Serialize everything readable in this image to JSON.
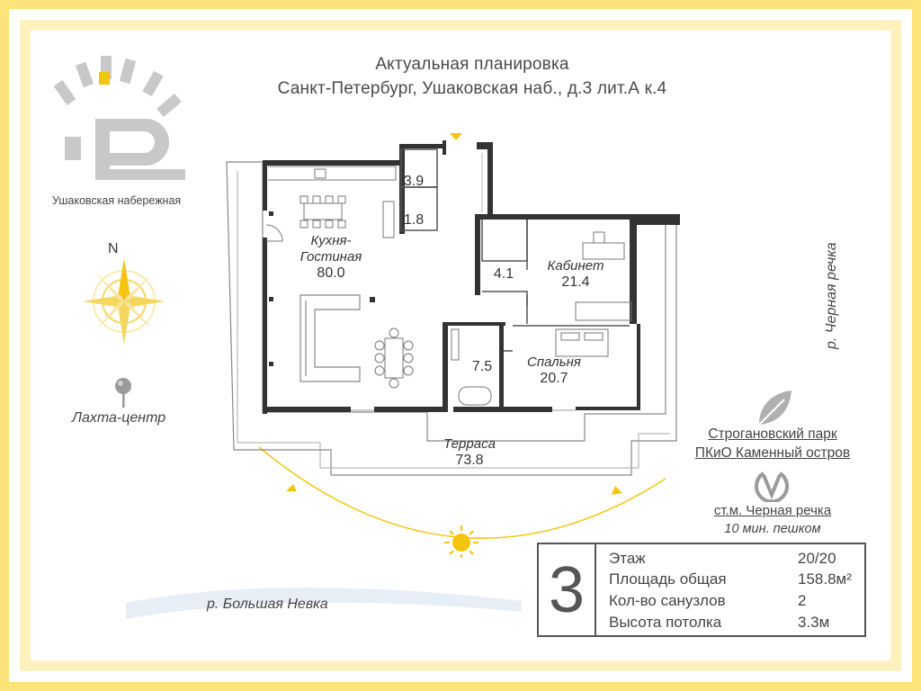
{
  "header": {
    "title": "Актуальная планировка",
    "address": "Санкт-Петербург, Ушаковская наб., д.3 лит.А к.4"
  },
  "brand": {
    "name": "Ушаковская набережная"
  },
  "compass": {
    "north_label": "N"
  },
  "landmark": {
    "lakhta": "Лахта-центр"
  },
  "rooms": {
    "kitchen_name": "Кухня-\nГостиная",
    "kitchen_area": "80.0",
    "bath1_area": "3.9",
    "wc_area": "1.8",
    "storage_area": "4.1",
    "office_name": "Кабинет",
    "office_area": "21.4",
    "bath2_area": "7.5",
    "bedroom_name": "Спальня",
    "bedroom_area": "20.7",
    "terrace_name": "Терраса",
    "terrace_area": "73.8"
  },
  "surroundings": {
    "river_right": "р. Черная речка",
    "park_line1": "Строгановский парк",
    "park_line2": "ПКиО Каменный остров",
    "metro_line1": "ст.м. Черная речка",
    "metro_line2": "10 мин. пешком",
    "river_bottom": "р. Большая Невка"
  },
  "info": {
    "floor_big": "3",
    "rows": [
      {
        "label": "Этаж",
        "value": "20/20"
      },
      {
        "label": "Площадь общая",
        "value": "158.8м²"
      },
      {
        "label": "Кол-во санузлов",
        "value": "2"
      },
      {
        "label": "Высота потолка",
        "value": "3.3м"
      }
    ]
  },
  "colors": {
    "frame": "#fde37a",
    "accent": "#f5c40f",
    "wall": "#333333"
  }
}
